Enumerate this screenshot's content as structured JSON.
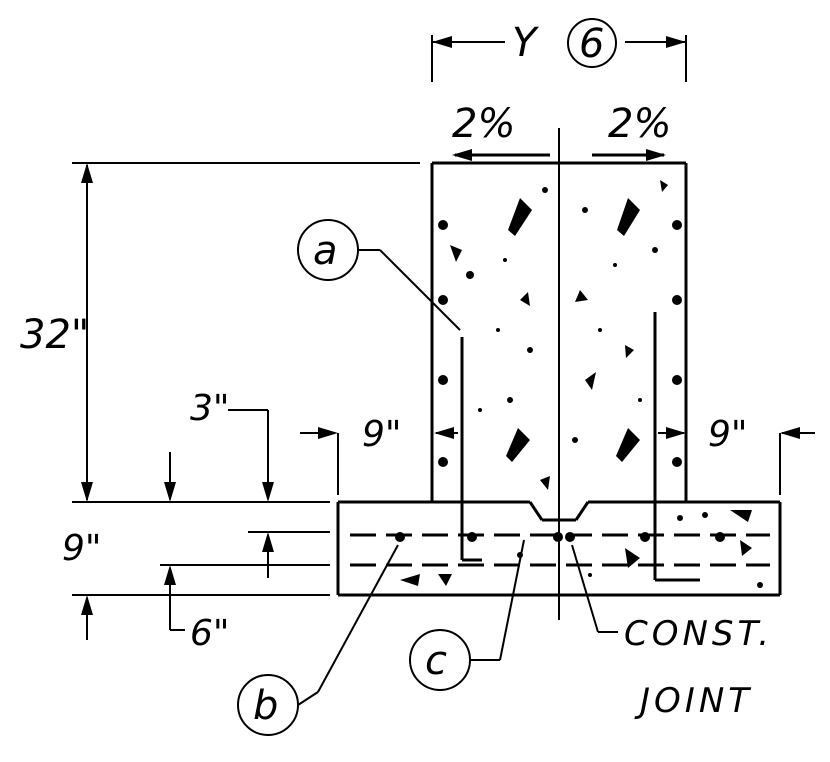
{
  "labels": {
    "y_label": "Y",
    "circle_six": "6",
    "slope_left": "2%",
    "slope_right": "2%",
    "height_32": "32\"",
    "dim_3": "3\"",
    "dim_9_left": "9\"",
    "dim_9_right": "9\"",
    "dim_9_base": "9\"",
    "dim_6": "6\"",
    "callout_a": "a",
    "callout_b": "b",
    "callout_c": "c",
    "const_joint_line1": "CONST.",
    "const_joint_line2": "JOINT"
  }
}
